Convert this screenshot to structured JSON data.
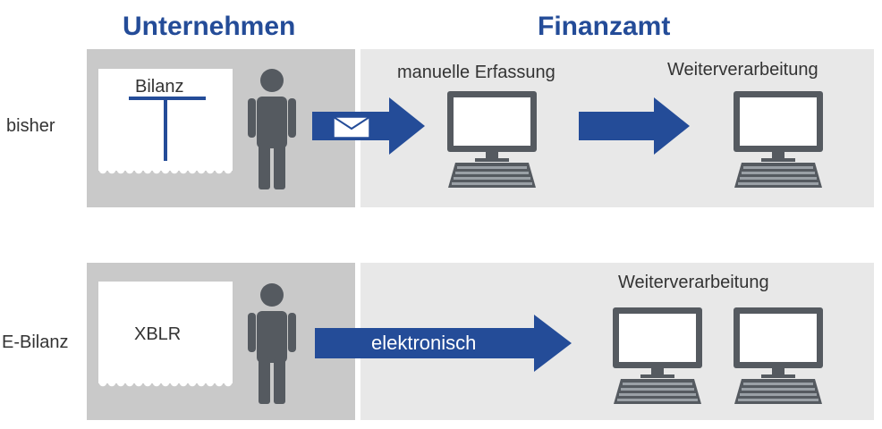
{
  "headings": {
    "left": "Unternehmen",
    "right": "Finanzamt"
  },
  "rows": [
    {
      "label": "bisher",
      "document_text": "Bilanz",
      "steps": [
        "manuelle Erfassung",
        "Weiterverarbeitung"
      ]
    },
    {
      "label": "E-Bilanz",
      "document_text": "XBLR",
      "arrow_text": "elektronisch",
      "steps": [
        "Weiterverarbeitung"
      ]
    }
  ],
  "colors": {
    "heading": "#244c98",
    "arrow": "#244c98",
    "icon": "#555a60",
    "panel_left": "#c9c9c9",
    "panel_right": "#e8e8e8"
  },
  "icons": {
    "person": "person-icon",
    "envelope": "envelope-icon",
    "computer": "computer-icon"
  }
}
